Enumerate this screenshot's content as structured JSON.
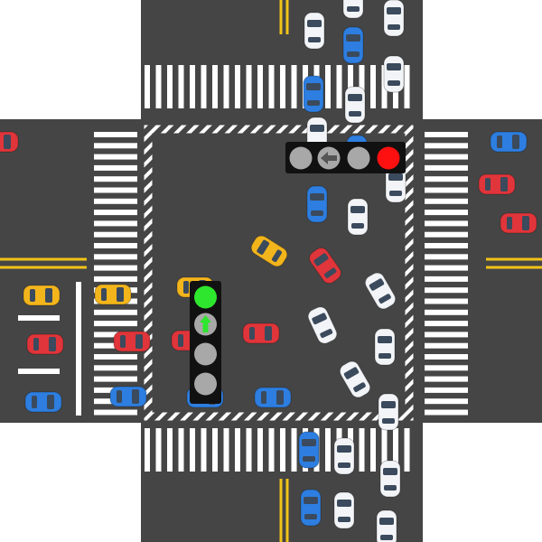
{
  "game": {
    "scene": "traffic-intersection",
    "road_color": "#454545",
    "marking_color": "#ffffff",
    "center_line_color": "#f2c318"
  },
  "car_colors": {
    "white": "#f2f4f7",
    "blue": "#2d7ee0",
    "red": "#e0353a",
    "yellow": "#f3b51c"
  },
  "traffic_lights": [
    {
      "id": "east",
      "orientation": "horizontal",
      "lamps": [
        "gray",
        "left-arrow",
        "gray",
        "red"
      ],
      "active_color": "#ff1010"
    },
    {
      "id": "west",
      "orientation": "vertical",
      "lamps": [
        "green",
        "up-arrow",
        "gray",
        "gray"
      ],
      "active_color": "#2ee62e"
    }
  ],
  "lamp_colors": {
    "off": "#a8a8a8",
    "red": "#ff1010",
    "green": "#2ee62e",
    "housing": "#111111"
  }
}
